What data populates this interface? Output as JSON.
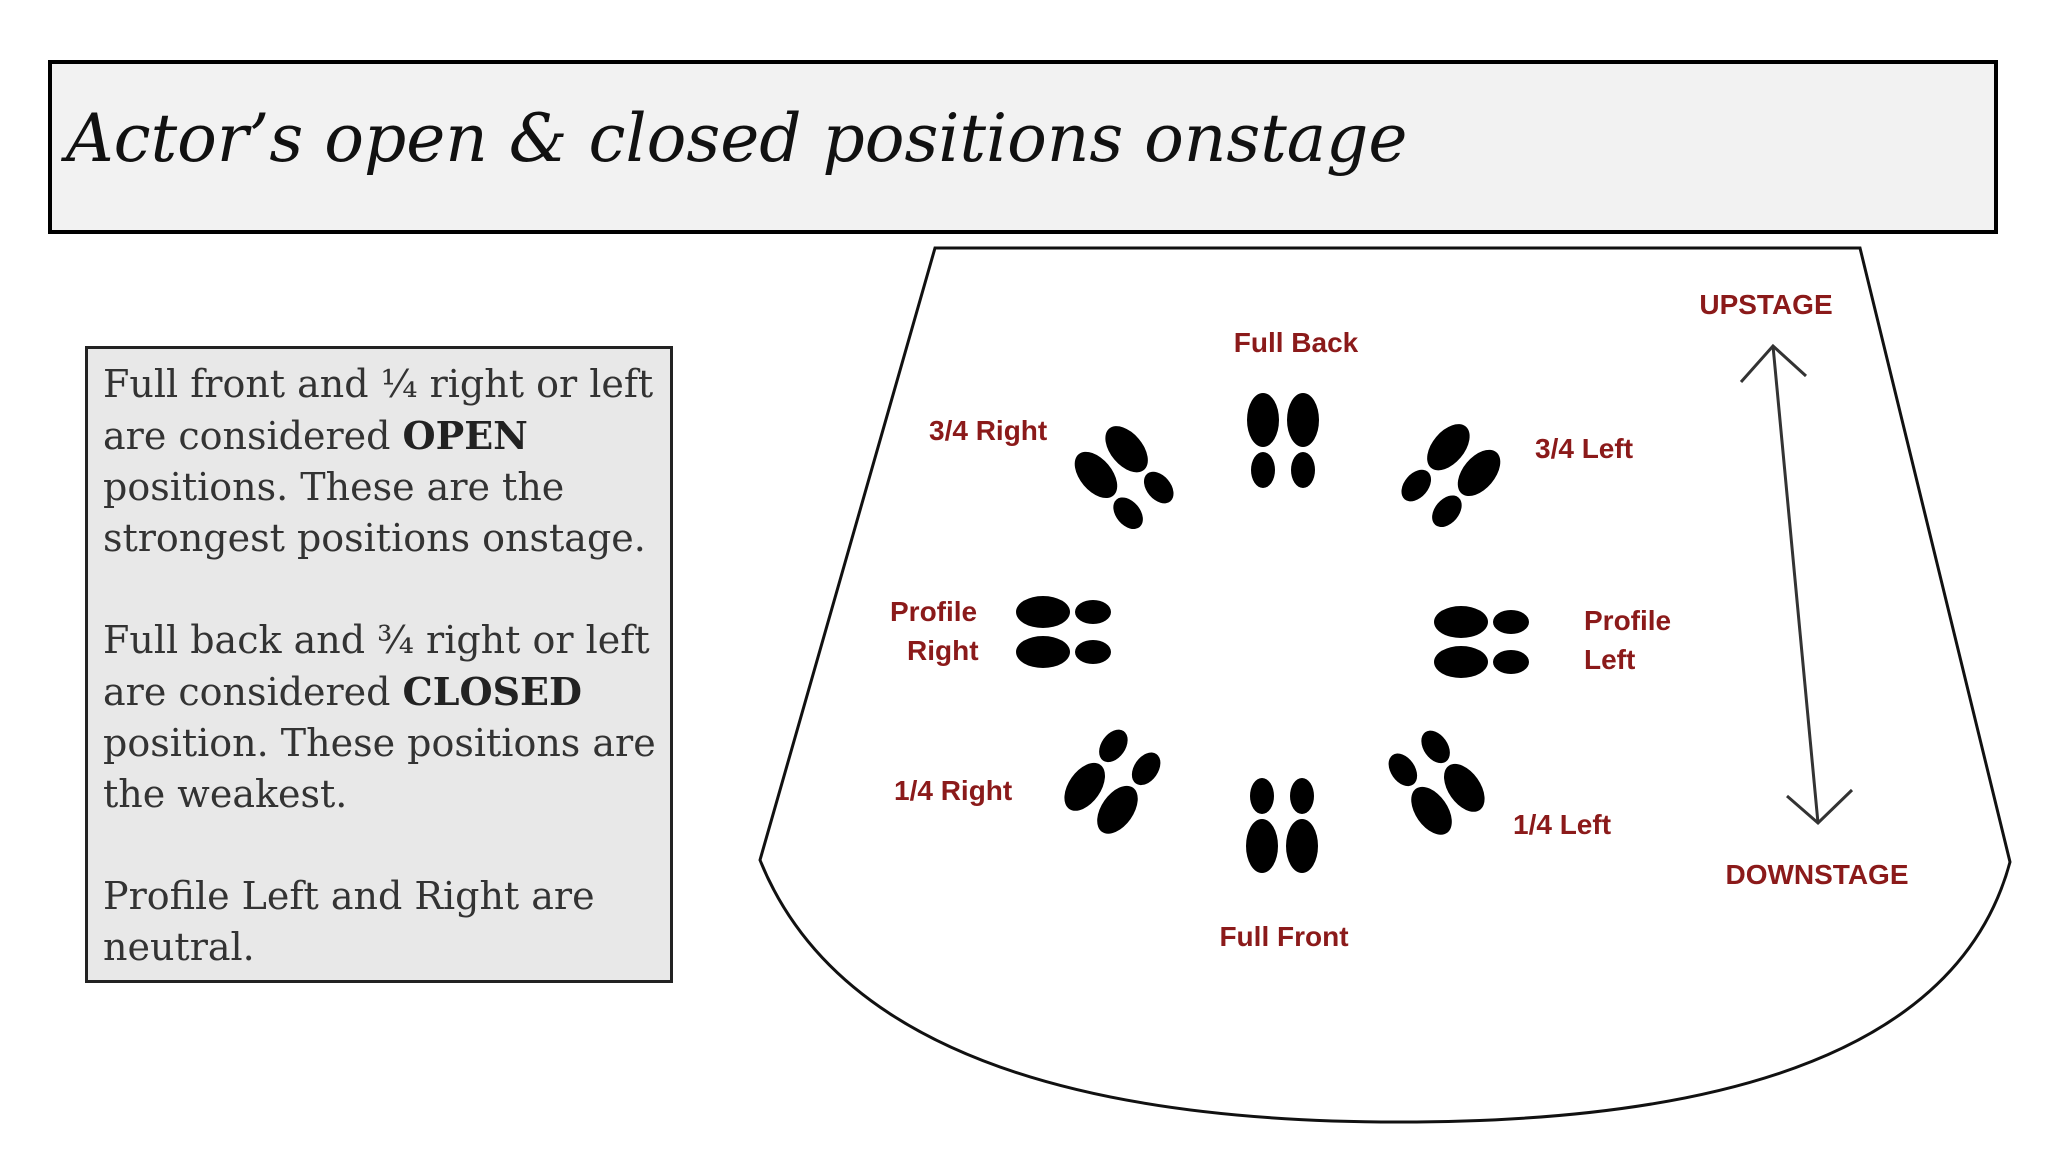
{
  "title": "Actor’s open & closed positions onstage",
  "notes": {
    "p1_before": "Full front and ¼ right or left are considered ",
    "p1_bold": "OPEN",
    "p1_after": " positions. These are the strongest positions onstage.",
    "p2_before": "Full back and ¾ right or left are considered ",
    "p2_bold": "CLOSED",
    "p2_after": " position. These positions are the weakest.",
    "p3": "Profile Left and Right are neutral."
  },
  "diagram": {
    "labels": {
      "full_back": "Full Back",
      "three_quarter_right": "3/4 Right",
      "three_quarter_left": "3/4 Left",
      "profile_right_line1": "Profile",
      "profile_right_line2": "Right",
      "profile_left_line1": "Profile",
      "profile_left_line2": "Left",
      "quarter_right": "1/4 Right",
      "quarter_left": "1/4 Left",
      "full_front": "Full Front",
      "upstage": "UPSTAGE",
      "downstage": "DOWNSTAGE"
    },
    "colors": {
      "label": "#8b1a1a",
      "footprint": "#000000",
      "outline": "#111111"
    }
  }
}
